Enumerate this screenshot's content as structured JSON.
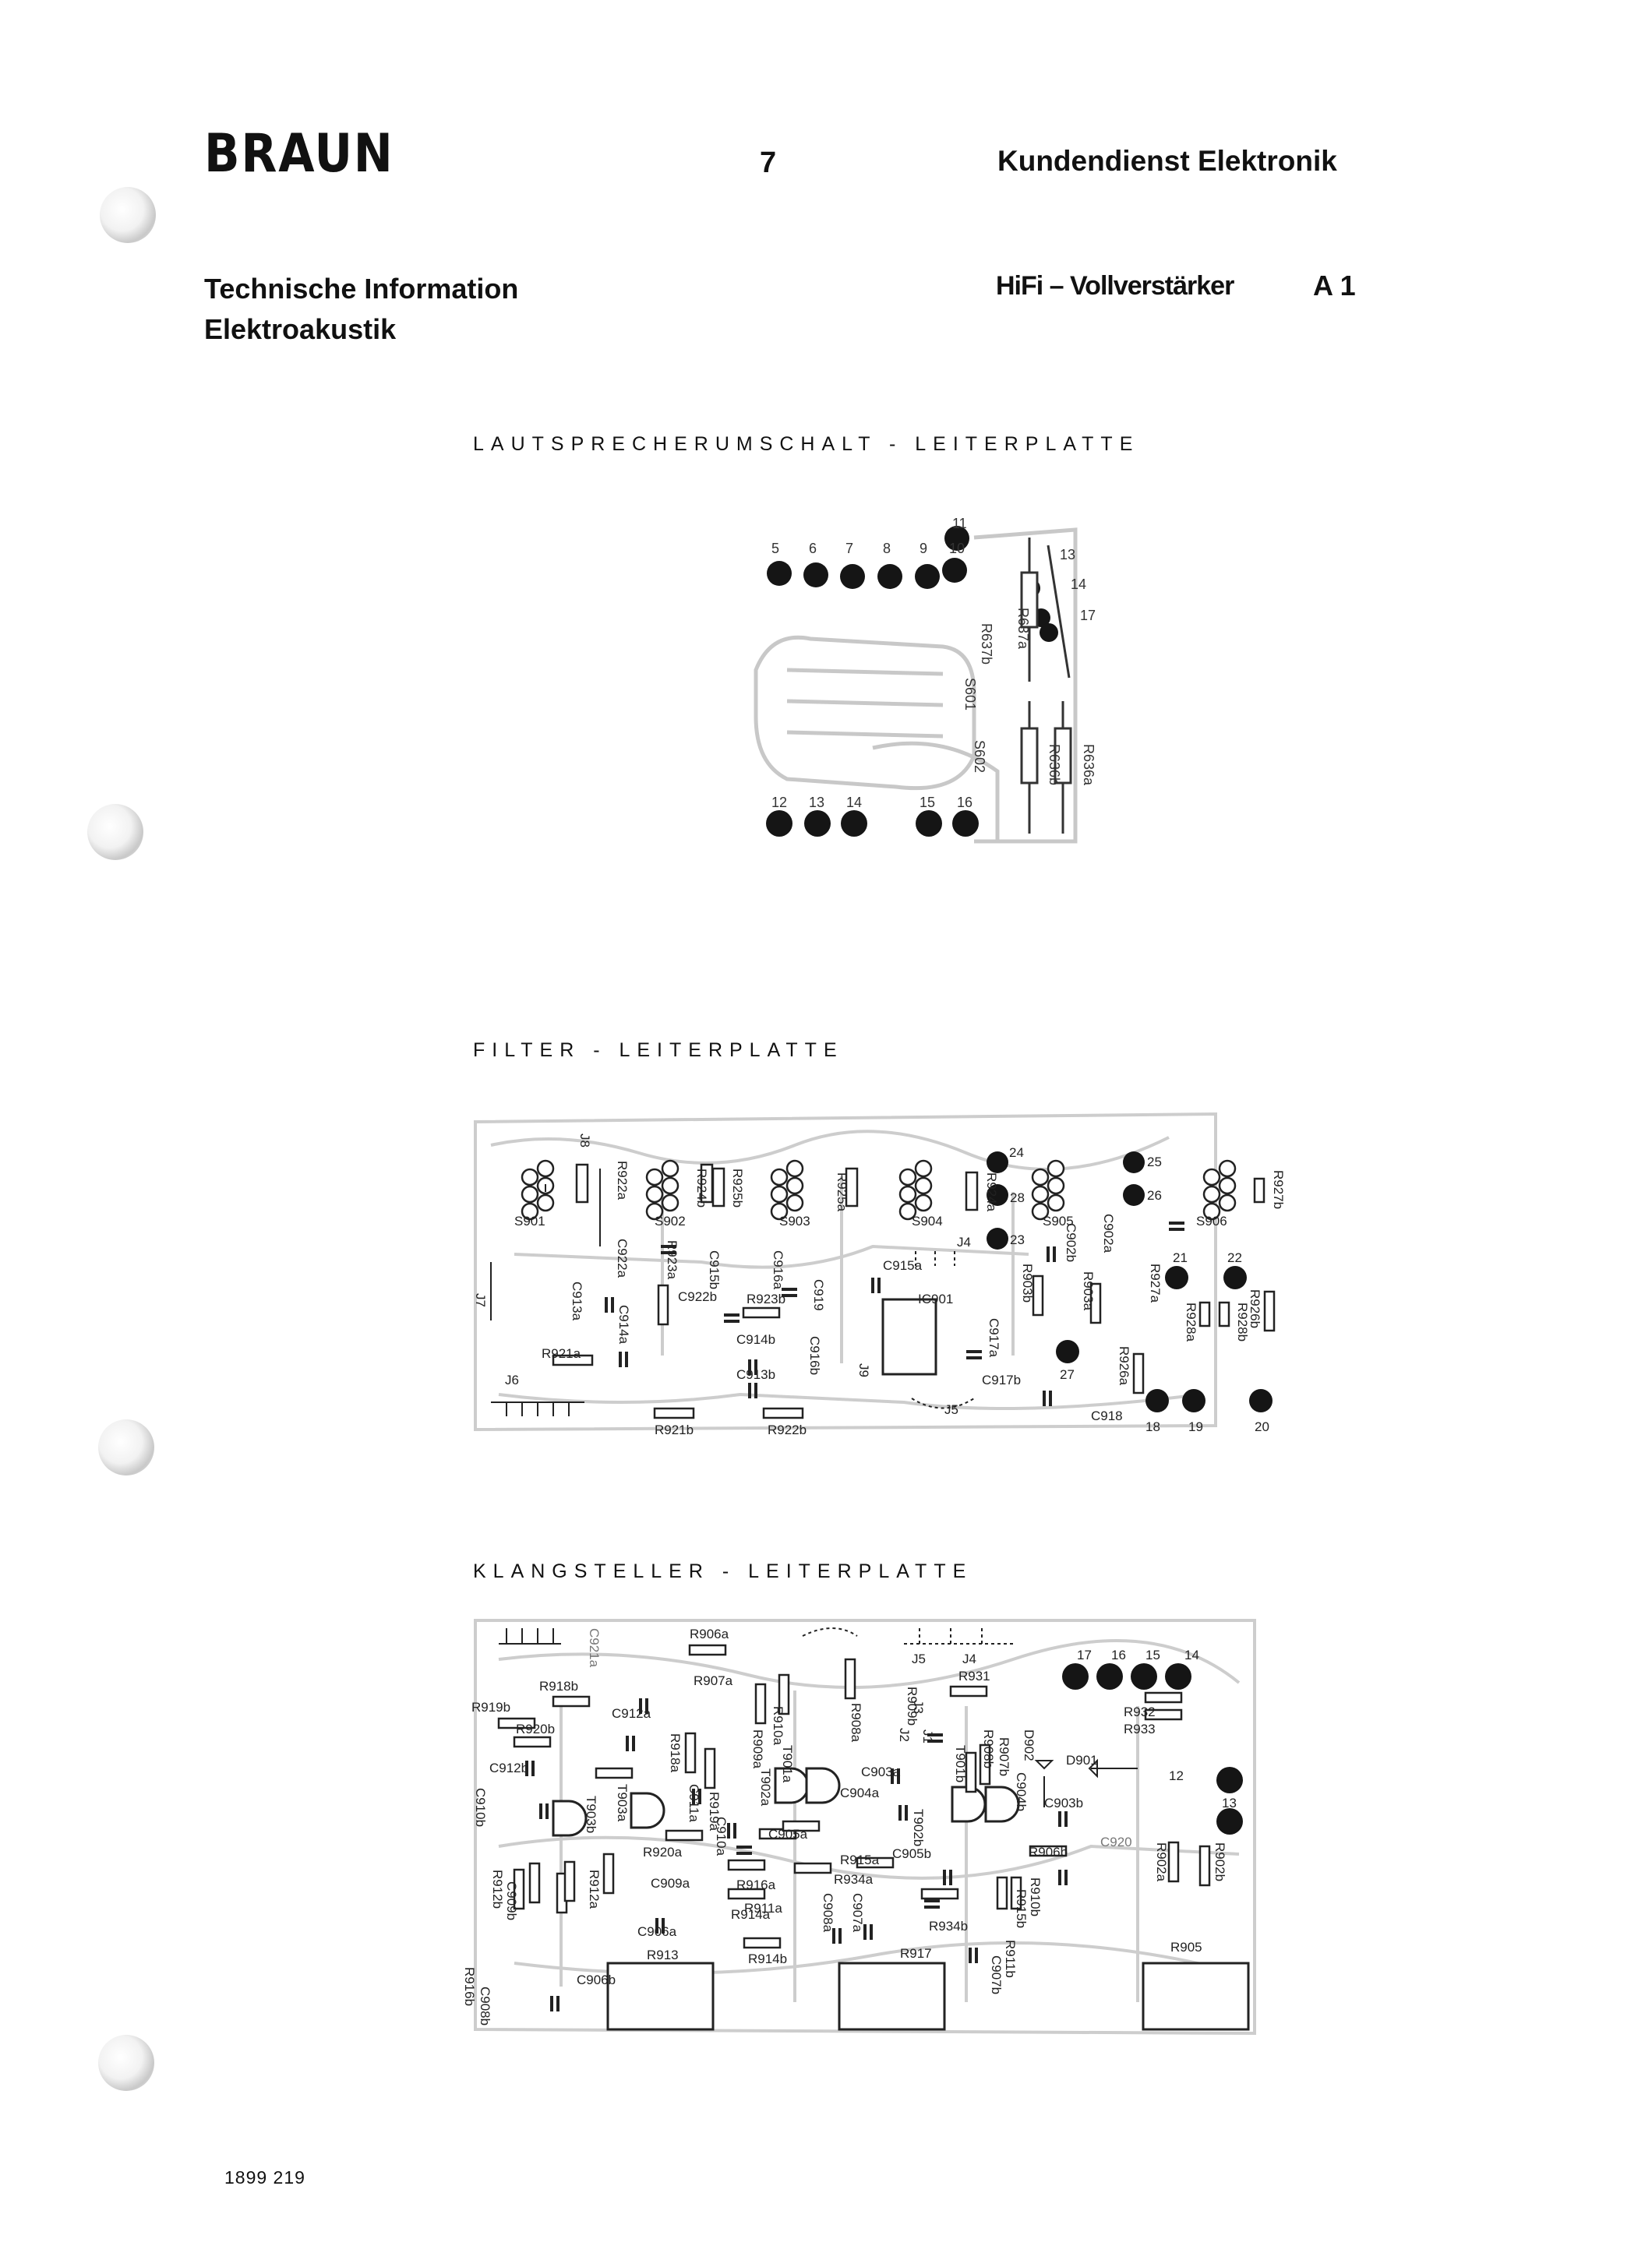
{
  "header": {
    "brand": "BRAUN",
    "page_number": "7",
    "department": "Kundendienst Elektronik",
    "info_line1": "Technische Information",
    "info_line2": "Elektroakustik",
    "product": "HiFi – Vollverstärker",
    "model": "A 1"
  },
  "sections": {
    "speaker_board": "LAUTSPRECHERUMSCHALT - LEITERPLATTE",
    "filter_board": "FILTER - LEITERPLATTE",
    "tone_board": "KLANGSTELLER - LEITERPLATTE"
  },
  "speaker_board": {
    "top_terminals": [
      "5",
      "6",
      "7",
      "8",
      "9",
      "10",
      "11",
      "13",
      "14",
      "17"
    ],
    "bottom_terminals": [
      "12",
      "13",
      "14",
      "15",
      "16"
    ],
    "parts": [
      "R637a",
      "R637b",
      "R636a",
      "R636b",
      "S601",
      "S602"
    ]
  },
  "filter_board": {
    "switches": [
      "S901",
      "S902",
      "S903",
      "S904",
      "S905",
      "S906"
    ],
    "parts": [
      "R922a",
      "R924b",
      "R925b",
      "R925a",
      "R924a",
      "C922a",
      "R923a",
      "C915b",
      "C916a",
      "C919",
      "C913a",
      "C914a",
      "C922b",
      "R923b",
      "C914b",
      "C913b",
      "C916b",
      "R921a",
      "R921b",
      "R922b",
      "C915a",
      "IC901",
      "C917a",
      "C917b",
      "R903b",
      "R903a",
      "C902b",
      "C902a",
      "R927a",
      "R928a",
      "R928b",
      "R926b",
      "R926a",
      "R927b",
      "C918"
    ],
    "jumpers": [
      "J4",
      "J5",
      "J6",
      "J7",
      "J8",
      "J9"
    ],
    "terminals": [
      "18",
      "19",
      "20",
      "21",
      "22",
      "23",
      "24",
      "25",
      "26",
      "27",
      "28"
    ]
  },
  "tone_board": {
    "parts": [
      "R906a",
      "R918b",
      "R919b",
      "R920b",
      "C921a",
      "R907a",
      "R909a",
      "R910a",
      "R908a",
      "C912a",
      "R920a",
      "R918a",
      "R919a",
      "C912b",
      "R913",
      "R914a",
      "R914b",
      "R917",
      "R911a",
      "R915a",
      "R916a",
      "R934a",
      "R934b",
      "C909a",
      "C906a",
      "C906b",
      "C908b",
      "R916b",
      "R912b",
      "C909b",
      "R912a",
      "C910b",
      "C910a",
      "C911a",
      "C903a",
      "C904a",
      "C905a",
      "C905b",
      "C904b",
      "C903b",
      "C907a",
      "C907b",
      "C908a",
      "R931",
      "R932",
      "R933",
      "D901",
      "D902",
      "C920",
      "R902a",
      "R902b",
      "R905",
      "R906b",
      "R907b",
      "R908b",
      "R909b",
      "R910b",
      "R911b",
      "R915b",
      "T901a",
      "T901b",
      "T902a",
      "T902b",
      "T903a",
      "T903b"
    ],
    "jumpers": [
      "J1",
      "J2",
      "J3",
      "J4",
      "J5"
    ],
    "terminals": [
      "12",
      "13",
      "14",
      "15",
      "16",
      "17"
    ]
  },
  "footer": {
    "document_number": "1899 219"
  }
}
